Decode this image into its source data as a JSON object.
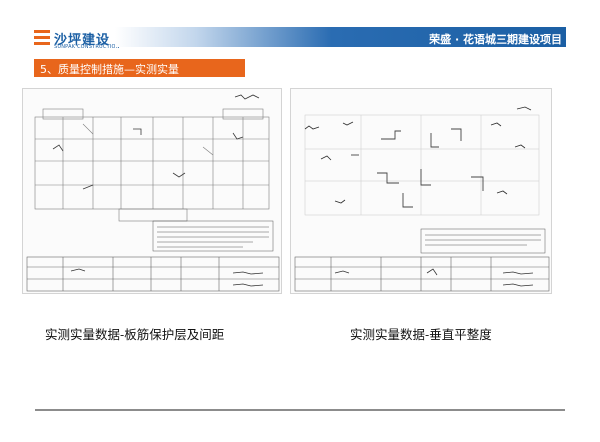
{
  "header": {
    "logo_cn": "沙坪建设",
    "logo_en": "SUNPAK CONSTRUCTION",
    "project_title": "荣盛 · 花语城三期建设项目"
  },
  "section": {
    "title": "5、质量控制措施—实测实量"
  },
  "panels": [
    {
      "caption": "实测实量数据-板筋保护层及间距"
    },
    {
      "caption": "实测实量数据-垂直平整度"
    }
  ],
  "colors": {
    "accent": "#e8661c",
    "brand_blue": "#1b5fa4"
  }
}
